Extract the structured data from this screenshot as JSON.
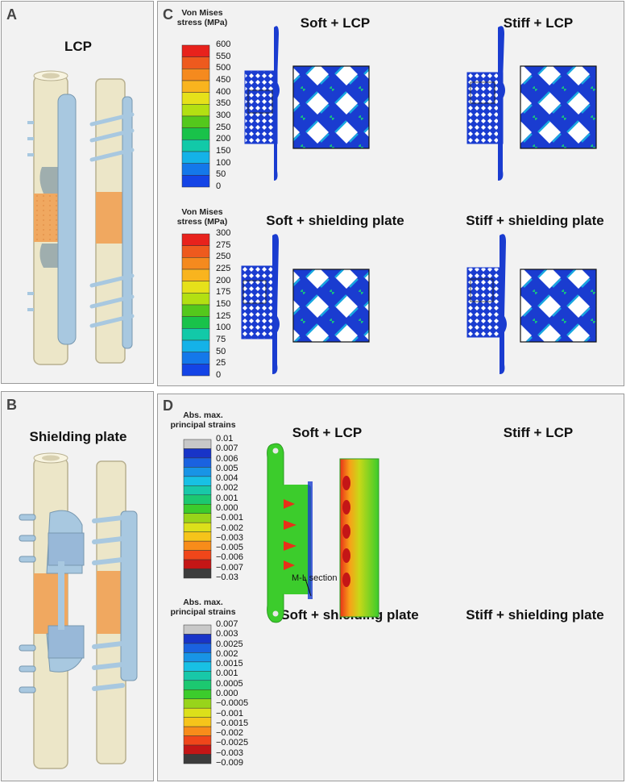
{
  "panels": {
    "A": {
      "letter": "A",
      "title": "LCP"
    },
    "B": {
      "letter": "B",
      "title": "Shielding plate"
    },
    "C": {
      "letter": "C",
      "titles": [
        "Soft + LCP",
        "Stiff + LCP",
        "Soft + shielding plate",
        "Stiff + shielding plate"
      ],
      "colorbars": [
        {
          "title": "Von Mises stress (MPa)",
          "ticks": [
            "600",
            "550",
            "500",
            "450",
            "400",
            "350",
            "300",
            "250",
            "200",
            "150",
            "100",
            "50",
            "0"
          ]
        },
        {
          "title": "Von Mises stress (MPa)",
          "ticks": [
            "300",
            "275",
            "250",
            "225",
            "200",
            "175",
            "150",
            "125",
            "100",
            "75",
            "50",
            "25",
            "0"
          ]
        }
      ]
    },
    "D": {
      "letter": "D",
      "titles": [
        "Soft + LCP",
        "Stiff + LCP",
        "Soft + shielding plate",
        "Stiff + shielding plate"
      ],
      "annotation": "M-L section",
      "colorbars": [
        {
          "title": "Abs. max. principal strains",
          "ticks": [
            "0.01",
            "0.007",
            "0.006",
            "0.005",
            "0.004",
            "0.002",
            "0.001",
            "0.000",
            "−0.001",
            "−0.002",
            "−0.003",
            "−0.005",
            "−0.006",
            "−0.007",
            "−0.03"
          ]
        },
        {
          "title": "Abs. max. principal strains",
          "ticks": [
            "0.007",
            "0.003",
            "0.0025",
            "0.002",
            "0.0015",
            "0.001",
            "0.0005",
            "0.000",
            "−0.0005",
            "−0.001",
            "−0.0015",
            "−0.002",
            "−0.0025",
            "−0.003",
            "−0.009"
          ]
        }
      ]
    }
  },
  "colors": {
    "stress_scale": [
      "#e8221c",
      "#ee5a1e",
      "#f58a1e",
      "#f9b41e",
      "#e6e11a",
      "#b3e012",
      "#54c81c",
      "#19c24a",
      "#12c9a8",
      "#14b2e8",
      "#1478ea",
      "#1444e6"
    ],
    "strain_scale": [
      "#c8c8c8",
      "#1834c8",
      "#1a62e0",
      "#1894e6",
      "#18c0e4",
      "#18c8a8",
      "#1cc870",
      "#3ccc2c",
      "#98d41a",
      "#dce01a",
      "#f6c41a",
      "#f88c1a",
      "#f0461a",
      "#c41616",
      "#3c3c3c"
    ],
    "bone": "#ece6c8",
    "plate": "#a8c8e0",
    "callus": "#f0a860",
    "mesh": "#1a3cd0"
  }
}
